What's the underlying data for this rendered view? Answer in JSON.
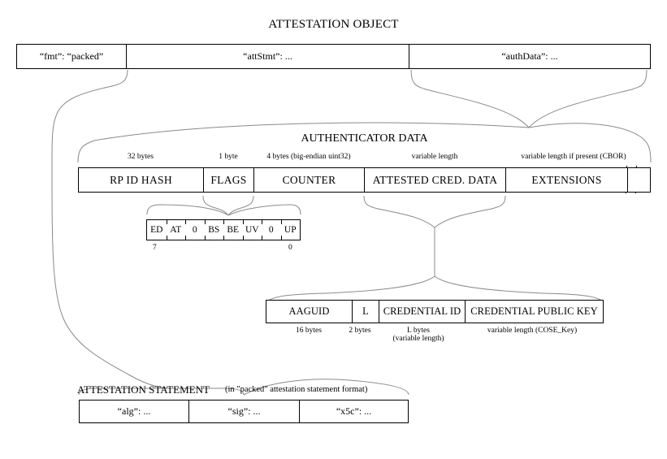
{
  "title": "ATTESTATION OBJECT",
  "attestation_object": {
    "fields": [
      {
        "label": "“fmt”: “packed”"
      },
      {
        "label": "“attStmt”: ..."
      },
      {
        "label": "“authData”: ..."
      }
    ]
  },
  "authenticator_data": {
    "title": "AUTHENTICATOR DATA",
    "fields": [
      {
        "label": "RP ID HASH",
        "size": "32 bytes"
      },
      {
        "label": "FLAGS",
        "size": "1 byte"
      },
      {
        "label": "COUNTER",
        "size": "4 bytes (big-endian uint32)"
      },
      {
        "label": "ATTESTED CRED. DATA",
        "size": "variable length"
      },
      {
        "label": "EXTENSIONS",
        "size": "variable length if present (CBOR)"
      }
    ]
  },
  "flags": {
    "bits": [
      "ED",
      "AT",
      "0",
      "BS",
      "BE",
      "UV",
      "0",
      "UP"
    ],
    "index_high": "7",
    "index_low": "0"
  },
  "attested_credential_data": {
    "fields": [
      {
        "label": "AAGUID",
        "size": "16 bytes"
      },
      {
        "label": "L",
        "size": "2 bytes"
      },
      {
        "label": "CREDENTIAL ID",
        "size": "L bytes",
        "size2": "(variable length)"
      },
      {
        "label": "CREDENTIAL PUBLIC KEY",
        "size": "variable length (COSE_Key)"
      }
    ]
  },
  "attestation_statement": {
    "title": "ATTESTATION STATEMENT",
    "note": "(in \"packed\" attestation statement format)",
    "fields": [
      {
        "label": "“alg”: ..."
      },
      {
        "label": "“sig”: ..."
      },
      {
        "label": "“x5c”: ..."
      }
    ]
  }
}
